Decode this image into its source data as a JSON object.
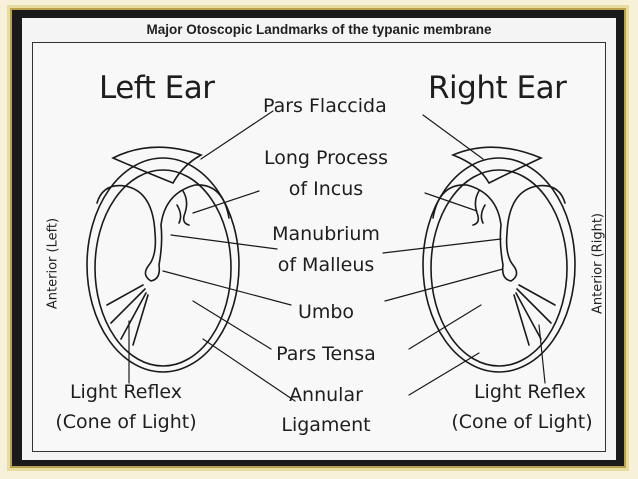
{
  "title": "Major Otoscopic Landmarks of the typanic membrane",
  "left_heading": "Left Ear",
  "right_heading": "Right Ear",
  "left_side_label": "Anterior (Left)",
  "right_side_label": "Anterior (Right)",
  "landmarks": {
    "pars_flaccida": "Pars Flaccida",
    "long_process_line1": "Long Process",
    "long_process_line2": "of Incus",
    "manubrium_line1": "Manubrium",
    "manubrium_line2": "of Malleus",
    "umbo": "Umbo",
    "pars_tensa": "Pars Tensa",
    "annular_line1": "Annular",
    "annular_line2": "Ligament"
  },
  "light_reflex_left": {
    "line1": "Light Reflex",
    "line2": "(Cone of Light)"
  },
  "light_reflex_right": {
    "line1": "Light Reflex",
    "line2": "(Cone of Light)"
  }
}
